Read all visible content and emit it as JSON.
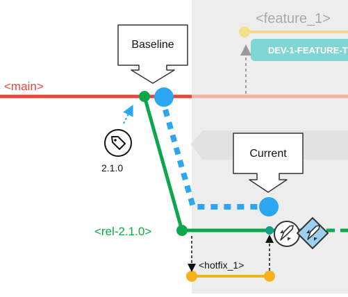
{
  "branches": {
    "main": {
      "label": "<main>",
      "color": "#e8463a"
    },
    "release": {
      "label": "<rel-2.1.0>",
      "color": "#0ca74a"
    },
    "feature": {
      "label": "<feature_1>",
      "color": "#f5c518"
    },
    "hotfix": {
      "label": "<hotfix_1>",
      "color": "#f5b11a"
    }
  },
  "callouts": {
    "baseline": "Baseline",
    "current": "Current"
  },
  "tag": {
    "label": "2.1.0",
    "icon": "tag-icon"
  },
  "feature_task": {
    "label": "DEV-1-FEATURE-T",
    "color": "#7fd6d2"
  },
  "deploy_icons": [
    "rocket-icon",
    "rocket-diamond-icon"
  ],
  "colors": {
    "marker": "#2aa7f0",
    "overlay": "#ededed",
    "muted_text": "#a8a8a8"
  }
}
